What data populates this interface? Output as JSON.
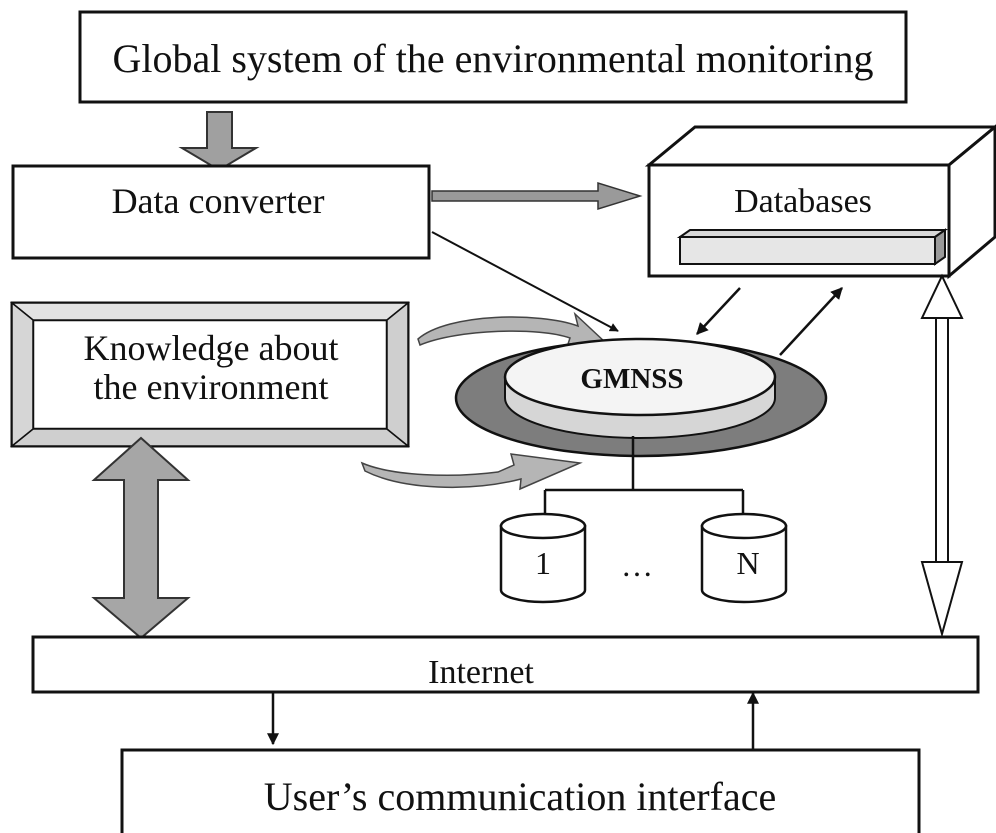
{
  "diagram": {
    "nodes": {
      "global_system": "Global system of the environmental monitoring",
      "data_converter": "Data converter",
      "databases": "Databases",
      "knowledge_line1": "Knowledge about",
      "knowledge_line2": "the environment",
      "gmnss": "GMNSS",
      "storage_first": "1",
      "storage_ellipsis": "…",
      "storage_last": "N",
      "internet": "Internet",
      "user_interface": "User’s communication interface"
    }
  }
}
